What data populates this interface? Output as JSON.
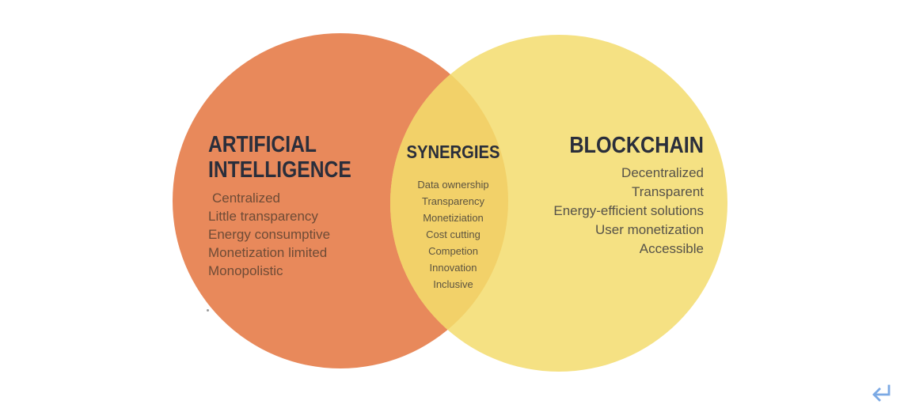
{
  "venn": {
    "ai": {
      "title_line1": "ARTIFICIAL",
      "title_line2": "INTELLIGENCE",
      "items": [
        "Centralized",
        "Little transparency",
        "Energy consumptive",
        "Monetization limited",
        "Monopolistic"
      ]
    },
    "synergies": {
      "title": "SYNERGIES",
      "items": [
        "Data ownership",
        "Transparency",
        "Monetiziation",
        "Cost cutting",
        "Competion",
        "Innovation",
        "Inclusive"
      ]
    },
    "blockchain": {
      "title": "BLOCKCHAIN",
      "items": [
        "Decentralized",
        "Transparent",
        "Energy-efficient solutions",
        "User monetization",
        "Accessible"
      ]
    },
    "colors": {
      "ai_circle": "#E8895B",
      "blockchain_circle": "#F5E183",
      "overlap": "#F2D169",
      "heading_text": "#2A2E3B"
    }
  },
  "icons": {
    "return_icon_color": "#7BA9E4"
  }
}
